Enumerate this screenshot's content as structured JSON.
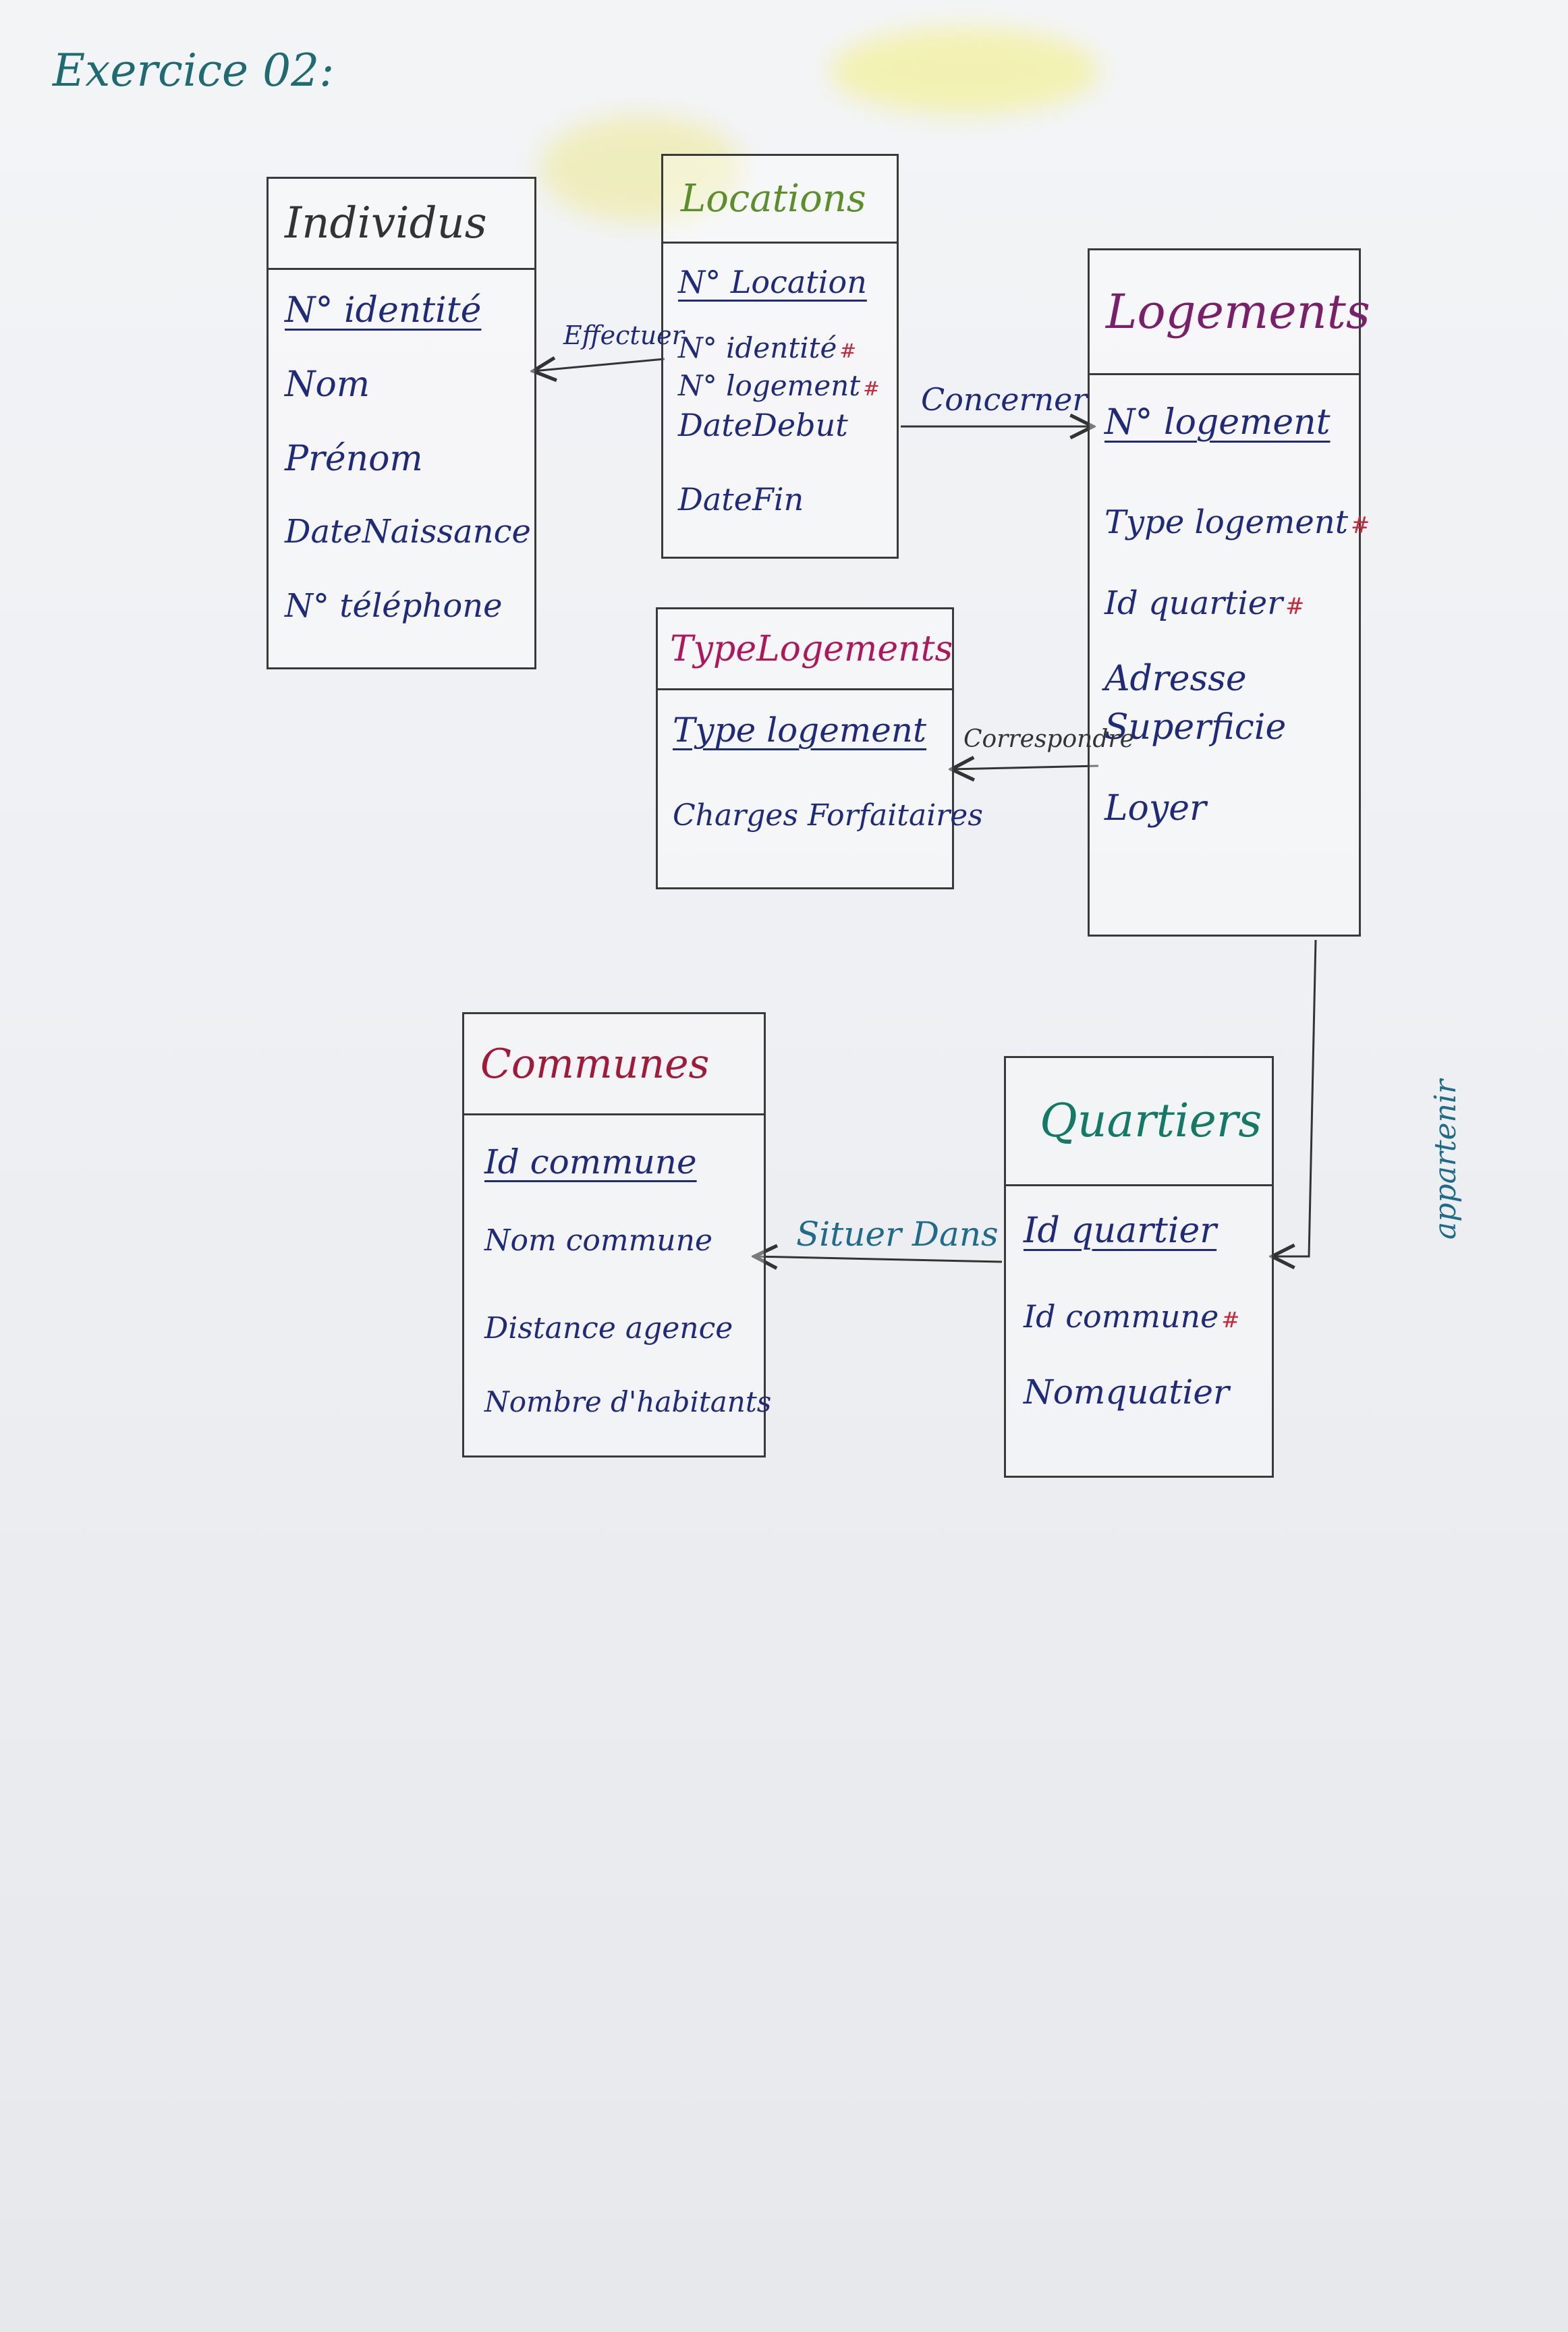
{
  "title": "Exercice 02:",
  "colors": {
    "title": "#1e6b72",
    "attributes": "#1f2b7a",
    "foreign_key_mark": "#c8283a",
    "individus": "#333333",
    "locations": "#5a8f2a",
    "logements": "#7a1f6a",
    "type_logements": "#b0175a",
    "communes": "#a11a3a",
    "quartiers": "#137a66",
    "rel_effectuer": "#1f2b7a",
    "rel_concerner": "#1f2b7a",
    "rel_correspondre": "#333333",
    "rel_situer": "#1e6b8a",
    "rel_appartenir": "#1e6b8a",
    "highlighter": "#f2ee3a"
  },
  "entities": {
    "individus": {
      "name": "Individus",
      "attributes": [
        {
          "label": "N° identité",
          "key": true,
          "fk": false
        },
        {
          "label": "Nom",
          "key": false,
          "fk": false
        },
        {
          "label": "Prénom",
          "key": false,
          "fk": false
        },
        {
          "label": "DateNaissance",
          "key": false,
          "fk": false
        },
        {
          "label": "N° téléphone",
          "key": false,
          "fk": false
        }
      ]
    },
    "locations": {
      "name": "Locations",
      "attributes": [
        {
          "label": "N° Location",
          "key": true,
          "fk": false
        },
        {
          "label": "N° identité",
          "key": false,
          "fk": true
        },
        {
          "label": "N° logement",
          "key": false,
          "fk": true
        },
        {
          "label": "DateDebut",
          "key": false,
          "fk": false
        },
        {
          "label": "DateFin",
          "key": false,
          "fk": false
        }
      ]
    },
    "logements": {
      "name": "Logements",
      "attributes": [
        {
          "label": "N° logement",
          "key": true,
          "fk": false
        },
        {
          "label": "Type logement",
          "key": false,
          "fk": true
        },
        {
          "label": "Id quartier",
          "key": false,
          "fk": true
        },
        {
          "label": "Adresse",
          "key": false,
          "fk": false
        },
        {
          "label": "Superficie",
          "key": false,
          "fk": false
        },
        {
          "label": "Loyer",
          "key": false,
          "fk": false
        }
      ]
    },
    "type_logements": {
      "name": "TypeLogements",
      "attributes": [
        {
          "label": "Type logement",
          "key": true,
          "fk": false
        },
        {
          "label": "Charges Forfaitaires",
          "key": false,
          "fk": false
        }
      ]
    },
    "communes": {
      "name": "Communes",
      "attributes": [
        {
          "label": "Id commune",
          "key": true,
          "fk": false
        },
        {
          "label": "Nom commune",
          "key": false,
          "fk": false
        },
        {
          "label": "Distance agence",
          "key": false,
          "fk": false
        },
        {
          "label": "Nombre d'habitants",
          "key": false,
          "fk": false
        }
      ]
    },
    "quartiers": {
      "name": "Quartiers",
      "attributes": [
        {
          "label": "Id quartier",
          "key": true,
          "fk": false
        },
        {
          "label": "Id commune",
          "key": false,
          "fk": true
        },
        {
          "label": "Nomquatier",
          "key": false,
          "fk": false
        }
      ]
    }
  },
  "relations": {
    "effectuer": "Effectuer",
    "concerner": "Concerner",
    "correspondre": "Correspondre",
    "situer_dans": "Situer Dans",
    "appartenir": "appartenir"
  },
  "fk_symbol": "#"
}
